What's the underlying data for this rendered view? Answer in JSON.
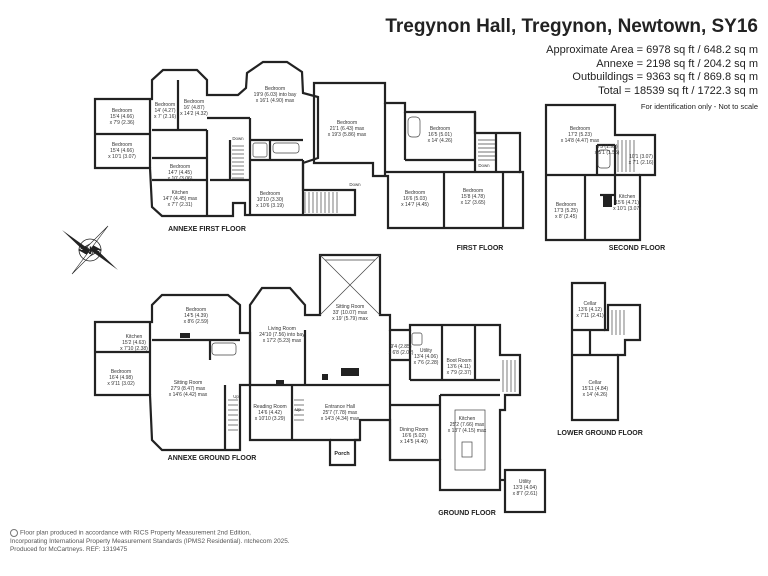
{
  "header": {
    "title": "Tregynon Hall, Tregynon, Newtown, SY16",
    "areas": [
      "Approximate Area = 6978 sq ft / 648.2 sq m",
      "Annexe = 2198 sq ft / 204.2 sq m",
      "Outbuildings = 9363 sq ft / 869.8 sq m",
      "Total = 18539 sq ft / 1722.3 sq m"
    ],
    "note": "For identification only - Not to scale"
  },
  "floors": {
    "annexe_first": "ANNEXE FIRST FLOOR",
    "first": "FIRST FLOOR",
    "second": "SECOND FLOOR",
    "annexe_ground": "ANNEXE GROUND FLOOR",
    "ground": "GROUND FLOOR",
    "lower_ground": "LOWER GROUND FLOOR"
  },
  "compass": "N",
  "rooms": {
    "af_bed1": [
      "Bedroom",
      "15'4 (4.66)",
      "x 7'9 (2.36)"
    ],
    "af_bed2": [
      "Bedroom",
      "15'4 (4.66)",
      "x 10'1 (3.07)"
    ],
    "af_bed3": [
      "Bedroom",
      "14' (4.27)",
      "x 7' (2.16)"
    ],
    "af_bed4": [
      "Bedroom",
      "16' (4.87)",
      "x 14'2 (4.32)"
    ],
    "af_bed5": [
      "Bedroom",
      "14'7 (4.45)",
      "x 10' (3.06)"
    ],
    "af_kitchen": [
      "Kitchen",
      "14'7 (4.45) max",
      "x 7'7 (2.31)"
    ],
    "af_bed6": [
      "Bedroom",
      "19'9 (6.03) into bay",
      "x 16'1 (4.90) max"
    ],
    "af_bed7": [
      "Bedroom",
      "10'10 (3.30)",
      "x 10'6 (3.19)"
    ],
    "f_bed1": [
      "Bedroom",
      "21'1 (6.43) max",
      "x 19'3 (5.86) max"
    ],
    "f_bed2": [
      "Bedroom",
      "16'5 (5.01)",
      "x 14' (4.26)"
    ],
    "f_bed3": [
      "Bedroom",
      "16'6 (5.03)",
      "x 14'7 (4.45)"
    ],
    "f_bed4": [
      "Bedroom",
      "15'8 (4.78)",
      "x 12' (3.65)"
    ],
    "s_bed1": [
      "Bedroom",
      "17'2 (5.23)",
      "x 14'8 (4.47) max"
    ],
    "s_sm": [
      "6'5 (1.95)",
      "x 5'1 (1.55)"
    ],
    "s_sm2": [
      "10'1 (3.07)",
      "x 7'1 (2.16)"
    ],
    "s_bed2": [
      "Bedroom",
      "17'3 (5.25)",
      "x 8' (2.45)"
    ],
    "s_kitchen": [
      "Kitchen",
      "15'6 (4.71)",
      "x 10'1 (3.07)"
    ],
    "ag_bed": [
      "Bedroom",
      "14'5 (4.39)",
      "x 8'6 (2.59)"
    ],
    "ag_kitchen": [
      "Kitchen",
      "15'2 (4.63)",
      "x 7'10 (2.38)"
    ],
    "ag_bed2": [
      "Bedroom",
      "16'4 (4.98)",
      "x 9'11 (3.02)"
    ],
    "ag_sitting": [
      "Sitting Room",
      "27'9 (8.47) max",
      "x 14'6 (4.42) max"
    ],
    "g_living": [
      "Living Room",
      "24'10 (7.56) into bay",
      "x 17'2 (5.23) max"
    ],
    "g_sitting": [
      "Sitting Room",
      "33' (10.07) max",
      "x 19' (5.79) max"
    ],
    "g_reading": [
      "Reading Room",
      "14'6 (4.42)",
      "x 10'10 (3.29)"
    ],
    "g_hall": [
      "Entrance Hall",
      "25'7 (7.78) max",
      "x 14'3 (4.34) max"
    ],
    "g_sm": [
      "9'4 (2.85)",
      "x 6'8 (2.02)"
    ],
    "g_utility": [
      "Utility",
      "13'4 (4.06)",
      "x 7'6 (2.28)"
    ],
    "g_bootroom": [
      "Boot Room",
      "13'6 (4.11)",
      "x 7'9 (2.37)"
    ],
    "g_dining": [
      "Dining Room",
      "16'6 (5.02)",
      "x 14'5 (4.40)"
    ],
    "g_kitchen": [
      "Kitchen",
      "25'2 (7.66) max",
      "x 13'7 (4.15) max"
    ],
    "g_utility2": [
      "Utility",
      "13'3 (4.04)",
      "x 8'7 (2.61)"
    ],
    "g_porch": "Porch",
    "lg_cellar1": [
      "Cellar",
      "13'6 (4.12)",
      "x 7'11 (2.41)"
    ],
    "lg_cellar2": [
      "Cellar",
      "15'11 (4.84)",
      "x 14' (4.26)"
    ]
  },
  "stair_labels": {
    "down1": "Down",
    "down2": "Down",
    "down3": "Down",
    "up1": "Up",
    "up2": "Up"
  },
  "footer": {
    "line1": "Floor plan produced in accordance with RICS Property Measurement 2nd Edition,",
    "line2": "Incorporating International Property Measurement Standards (IPMS2 Residential).",
    "brand": "ntchecom 2025.",
    "line3": "Produced for McCartneys.  REF: 1319475"
  }
}
